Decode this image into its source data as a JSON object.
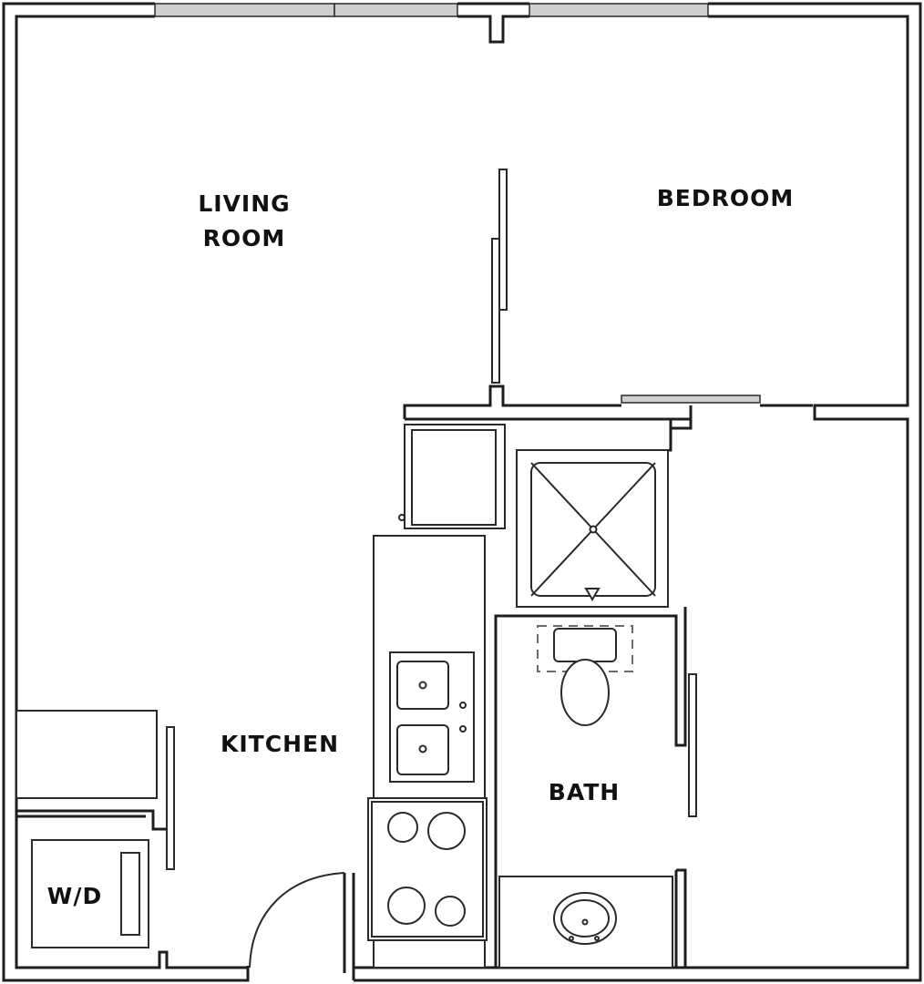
{
  "rooms": {
    "living_line1": "LIVING",
    "living_line2": "ROOM",
    "bedroom": "BEDROOM",
    "kitchen": "KITCHEN",
    "bath": "BATH",
    "wd": "W/D"
  },
  "colors": {
    "wall": "#1e1e1e",
    "window": "#cfcfcf",
    "background": "#ffffff"
  }
}
